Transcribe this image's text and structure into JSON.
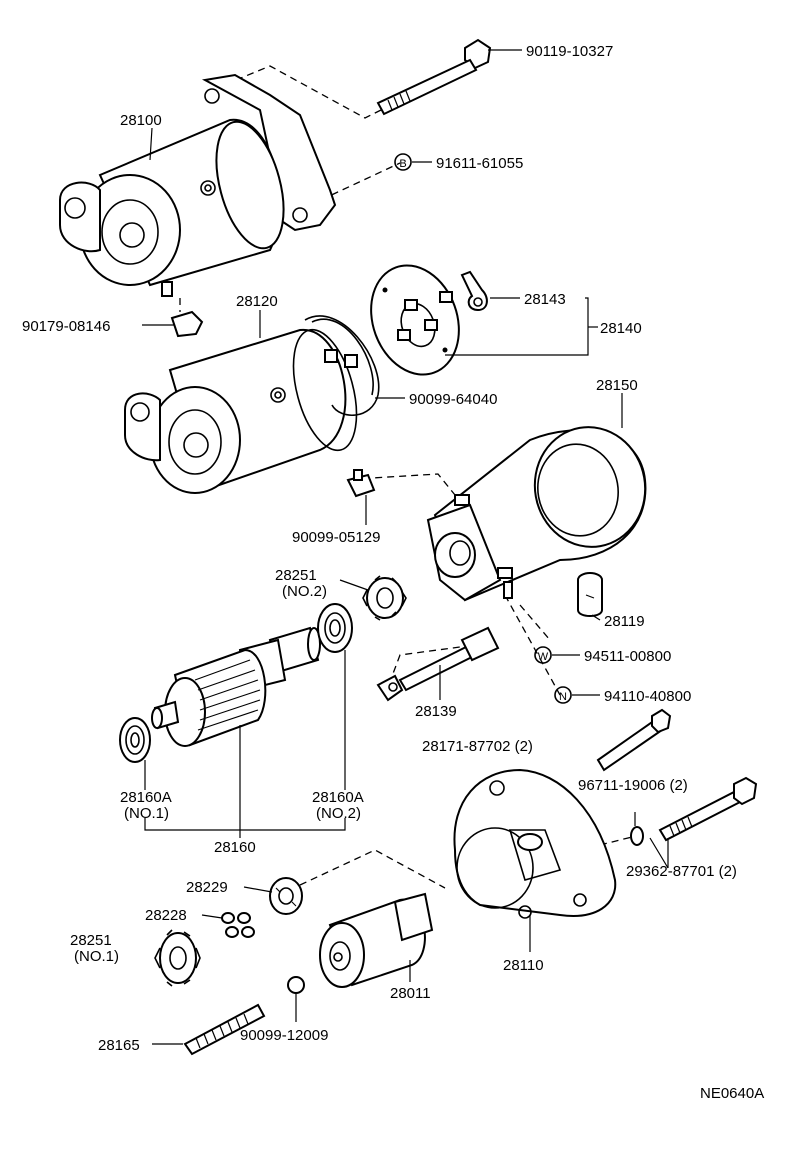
{
  "diagram_code": "NE0640A",
  "labels": {
    "p90119": "90119-10327",
    "p91611": "91611-61055",
    "p28100": "28100",
    "p90179": "90179-08146",
    "p28120": "28120",
    "p28143": "28143",
    "p28140": "28140",
    "p90099_64040": "90099-64040",
    "p28150": "28150",
    "p90099_05129": "90099-05129",
    "p28251_no2_a": "28251",
    "p28251_no2_b": "(NO.2)",
    "p28119": "28119",
    "p94511": "94511-00800",
    "p94110": "94110-40800",
    "p28139": "28139",
    "p28171": "28171-87702 (2)",
    "p96711": "96711-19006 (2)",
    "p29362": "29362-87701 (2)",
    "p28160a_no1_a": "28160A",
    "p28160a_no1_b": "(NO.1)",
    "p28160a_no2_a": "28160A",
    "p28160a_no2_b": "(NO.2)",
    "p28160": "28160",
    "p28229": "28229",
    "p28228": "28228",
    "p28251_no1_a": "28251",
    "p28251_no1_b": "(NO.1)",
    "p28110": "28110",
    "p28011": "28011",
    "p28165": "28165",
    "p90099_12009": "90099-12009"
  },
  "markers": {
    "b": "B",
    "w": "W",
    "n": "N"
  }
}
